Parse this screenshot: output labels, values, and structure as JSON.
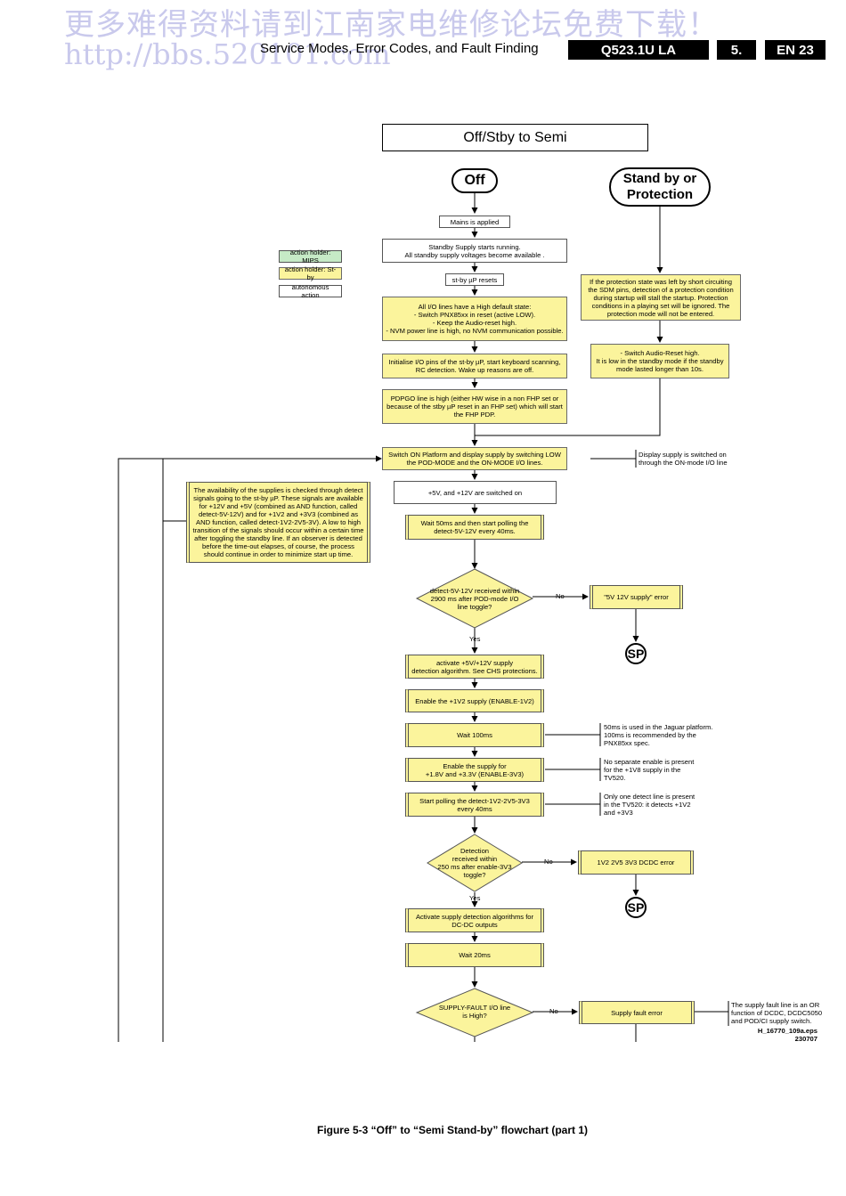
{
  "watermark": {
    "line1": "更多难得资料请到江南家电维修论坛免费下载！",
    "line2": "http://bbs.520101.com"
  },
  "header": {
    "section_title": "Service Modes, Error Codes, and Fault Finding",
    "model": "Q523.1U LA",
    "chapter": "5.",
    "page": "EN 23"
  },
  "diagram": {
    "title": "Off/Stby to Semi",
    "start_off": "Off",
    "start_standby": "Stand by or\nProtection",
    "legend": {
      "mips": "action holder: MIPS",
      "stby": "action holder: St-by",
      "auto": "autonomous action"
    },
    "mains": "Mains is applied",
    "standby_supply": "Standby Supply starts running.\nAll standby supply voltages become available .",
    "stby_resets": "st-by µP resets",
    "io_lines": "All I/O lines have a High default state:\n- Switch PNX85xx in reset (active LOW).\n- Keep the Audio-reset high.\n- NVM power line is high, no NVM communication possible.",
    "init_io": "Initialise I/O pins of the st-by µP, start keyboard scanning, RC detection. Wake up reasons are off.",
    "pdpgo": "PDPGO line is high  (either HW wise in a non FHP set or because of the stby µP reset in an FHP set) which will start the FHP PDP.",
    "protection_note": "If the protection state was left by short circuiting the SDM pins, detection of a protection condition during startup will stall the startup. Protection conditions in a playing set will be ignored. The protection mode will not be entered.",
    "audio_reset": "- Switch Audio-Reset high.\nIt is low in the standby mode if the standby mode lasted longer than 10s.",
    "switch_on": "Switch ON Platform and display supply by switching LOW the POD-MODE and the ON-MODE I/O lines.",
    "display_note": "Display supply is switched on through the ON-mode I/O line",
    "switched_on": "+5V, and +12V are switched on",
    "availability_note": "The availability of the supplies is checked through detect signals going to the st-by µP. These signals are available for +12V and +5V (combined as AND function, called detect-5V-12V) and for +1V2 and +3V3 (combined as AND function, called detect-1V2-2V5-3V). A low to high transition of the signals should occur within a certain time after toggling the standby line. If an observer is detected before the time-out elapses, of course, the process should continue in order to minimize start up time.",
    "wait50": "Wait 50ms and then start polling the detect-5V-12V every 40ms.",
    "decision1": "detect-5V-12V received within\n2900 ms after POD-mode I/O\nline toggle?",
    "no": "No",
    "yes": "Yes",
    "error1": "\"5V 12V supply\" error",
    "sp": "SP",
    "activate1": "activate +5V/+12V supply\ndetection algorithm. See CHS protections.",
    "enable_1v2": "Enable the +1V2 supply (ENABLE-1V2)",
    "wait100": "Wait 100ms",
    "note_50ms": "50ms is used in the Jaguar platform.\n100ms is recommended by the\nPNX85xx spec.",
    "enable_18": "Enable the supply for\n+1.8V and +3.3V (ENABLE-3V3)",
    "note_noenable": "No separate enable is present\nfor the +1V8 supply in the\nTV520.",
    "start_polling": "Start polling the detect-1V2-2V5-3V3\nevery 40ms",
    "note_onedetect": "Only one detect line is present\nin the TV520: it detects +1V2\nand +3V3",
    "decision2": "Detection\nreceived within\n250 ms after enable-3V3\ntoggle?",
    "error2": "1V2 2V5 3V3 DCDC error",
    "activate2": "Activate supply detection algorithms for DC-DC outputs",
    "wait20": "Wait 20ms",
    "decision3": "SUPPLY-FAULT I/O line\nis High?",
    "error3": "Supply fault error",
    "supply_fault_note": "The supply fault line is an OR\nfunction of DCDC, DCDC5050\nand POD/CI supply switch.",
    "file_id": "H_16770_109a.eps\n230707"
  },
  "caption": "Figure 5-3 “Off” to “Semi Stand-by” flowchart (part 1)",
  "colors": {
    "action_fill": "#fbf49c",
    "mips_fill": "#c6eac6",
    "watermark": "#c9c9ec"
  }
}
